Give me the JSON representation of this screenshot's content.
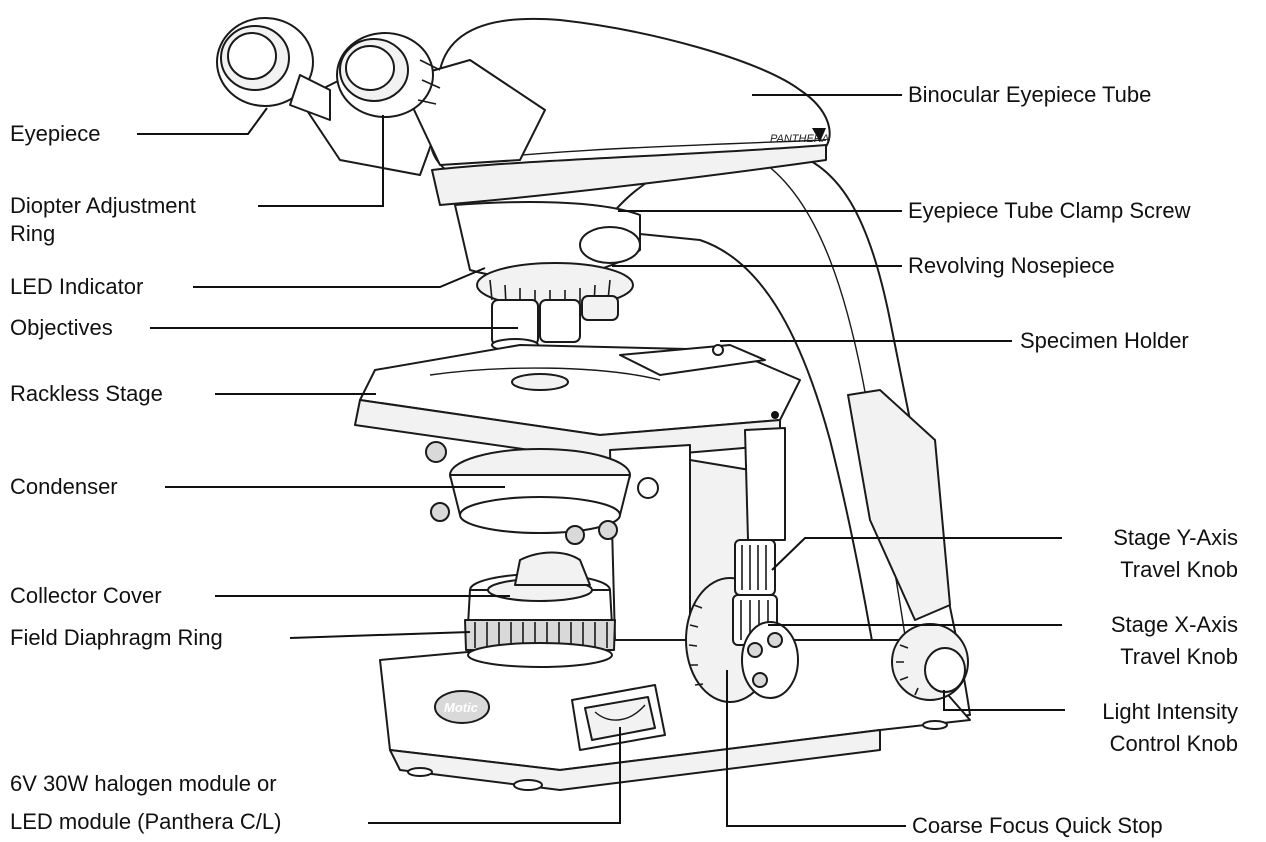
{
  "brand": {
    "stand_logo": "PANTHERA",
    "base_logo": "Motic"
  },
  "labels": {
    "eyepiece": "Eyepiece",
    "diopter_line1": "Diopter Adjustment",
    "diopter_line2": "Ring",
    "led_indicator": "LED Indicator",
    "objectives": "Objectives",
    "rackless_stage": "Rackless Stage",
    "condenser": "Condenser",
    "collector_cover": "Collector Cover",
    "field_diaphragm": "Field Diaphragm Ring",
    "module_line1": "6V 30W halogen module or",
    "module_line2": "LED module (Panthera C/L)",
    "binocular_tube": "Binocular Eyepiece Tube",
    "tube_clamp": "Eyepiece Tube Clamp Screw",
    "nosepiece": "Revolving Nosepiece",
    "specimen_holder": "Specimen Holder",
    "y_axis_line1": "Stage Y-Axis",
    "y_axis_line2": "Travel Knob",
    "x_axis_line1": "Stage X-Axis",
    "x_axis_line2": "Travel Knob",
    "light_line1": "Light Intensity",
    "light_line2": "Control Knob",
    "quick_stop": "Coarse Focus Quick Stop"
  }
}
